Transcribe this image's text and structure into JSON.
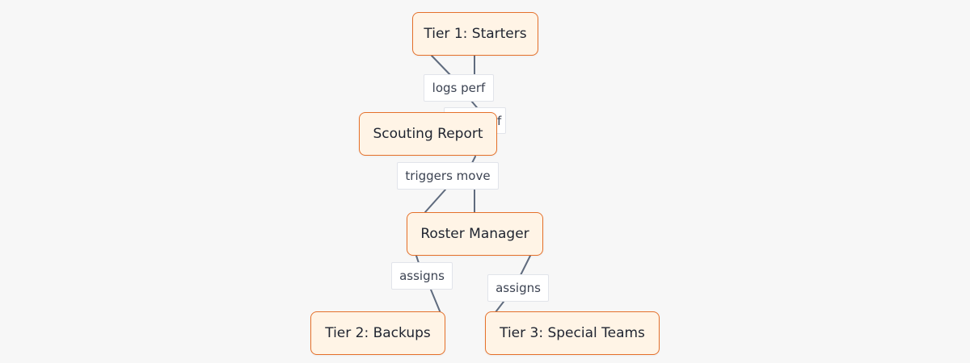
{
  "diagram": {
    "nodes": {
      "starters": "Tier 1: Starters",
      "scouting": "Scouting Report",
      "roster": "Roster Manager",
      "backups": "Tier 2: Backups",
      "special": "Tier 3: Special Teams"
    },
    "edge_labels": {
      "logs_perf": "logs perf",
      "hidden": "logs perf",
      "triggers_move": "triggers move",
      "assigns_backups": "assigns",
      "assigns_special": "assigns"
    },
    "colors": {
      "node_fill": "#fff4e6",
      "node_border": "#e5702a",
      "edge": "#5f6b7e",
      "label_bg": "#ffffff",
      "background": "#f7f7f7"
    }
  }
}
